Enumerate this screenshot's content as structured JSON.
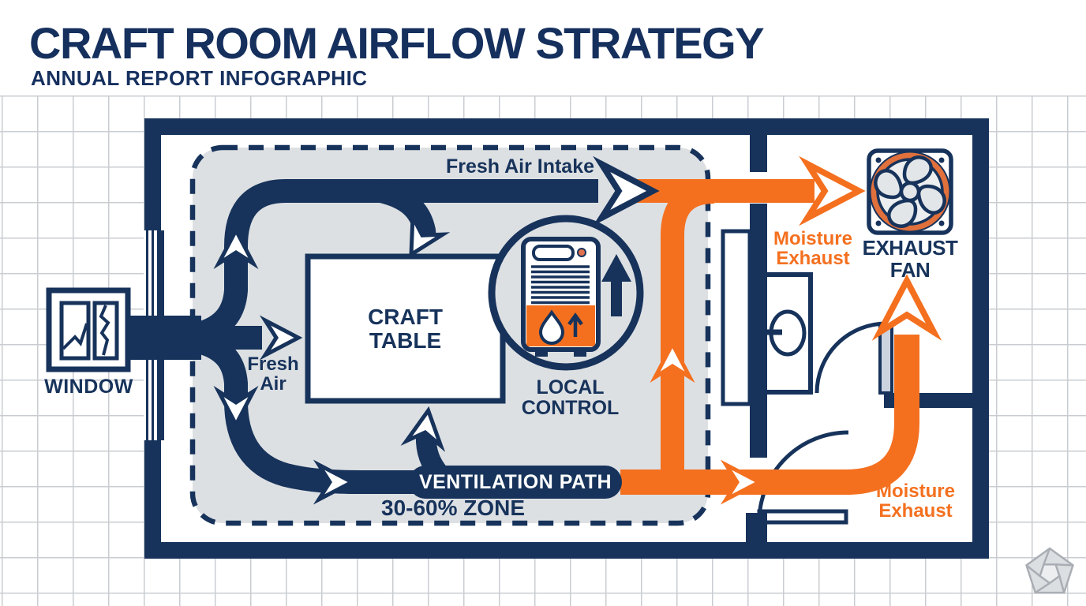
{
  "header": {
    "title": "CRAFT ROOM AIRFLOW STRATEGY",
    "subtitle": "ANNUAL REPORT INFOGRAPHIC"
  },
  "colors": {
    "navy": "#17335b",
    "orange": "#f4701f",
    "zone_fill": "#dde0e3",
    "grid_line": "#c9cdd1",
    "room_fill": "#ffffff",
    "logo_gray": "#b6bac0"
  },
  "labels": {
    "window": "WINDOW",
    "fresh_air_intake": "Fresh Air Intake",
    "fresh_air": {
      "line1": "Fresh",
      "line2": "Air"
    },
    "craft_table": {
      "line1": "CRAFT",
      "line2": "TABLE"
    },
    "local_control": {
      "line1": "LOCAL",
      "line2": "CONTROL"
    },
    "ventilation_path": "VENTILATION PATH",
    "zone": "30-60% ZONE",
    "moisture_exhaust": {
      "line1": "Moisture",
      "line2": "Exhaust"
    },
    "exhaust_fan": {
      "line1": "EXHAUST",
      "line2": "FAN"
    }
  },
  "icons": [
    "window-icon",
    "dehumidifier-icon",
    "exhaust-fan-icon",
    "arrow-markers",
    "pentagon-logo-icon"
  ]
}
